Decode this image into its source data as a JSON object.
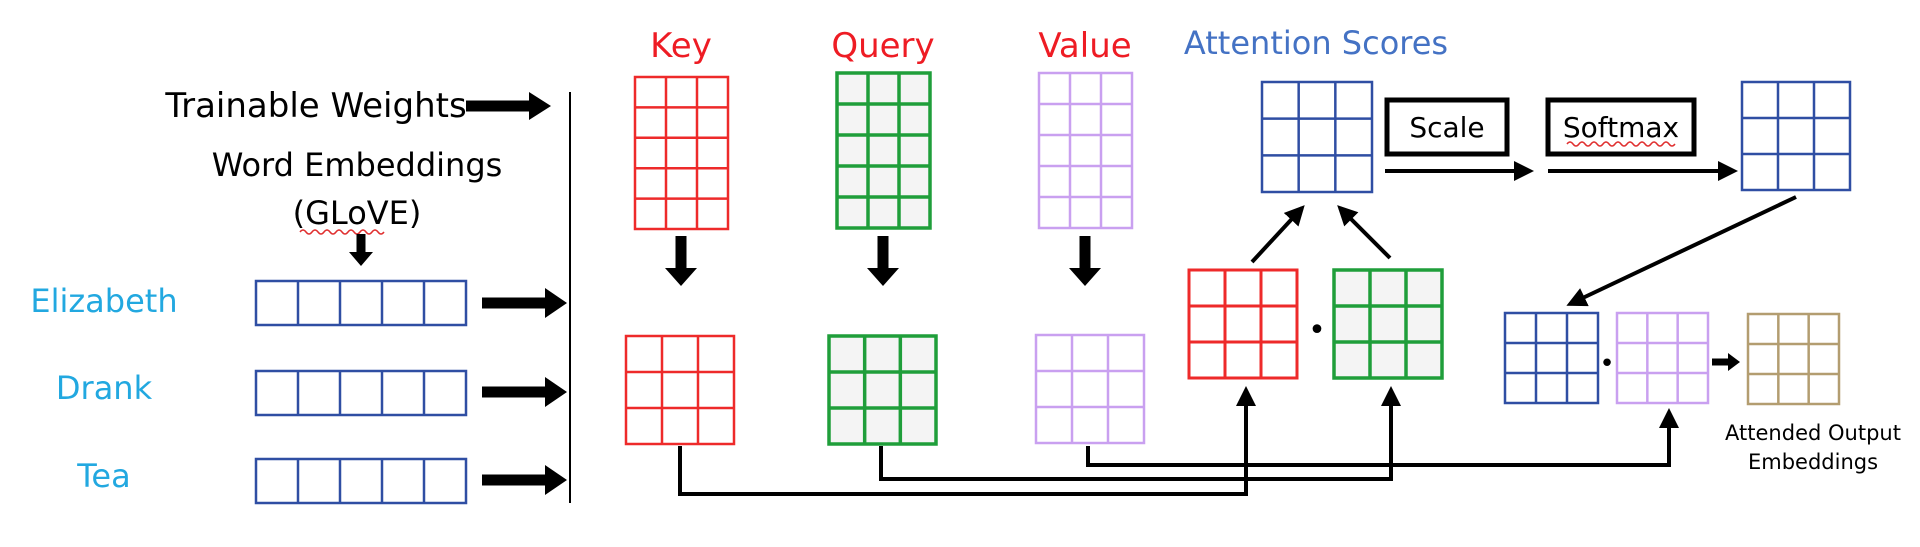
{
  "labels": {
    "trainable_weights": "Trainable Weights",
    "word_embeddings_line1": "Word Embeddings",
    "word_embeddings_line2": "(GLoVE)",
    "key": "Key",
    "query": "Query",
    "value": "Value",
    "attention_scores": "Attention Scores",
    "scale": "Scale",
    "softmax": "Softmax",
    "attended_line1": "Attended Output",
    "attended_line2": "Embeddings",
    "dot": "•"
  },
  "words": [
    "Elizabeth",
    "Drank",
    "Tea"
  ],
  "colors": {
    "key": "#ee2a2a",
    "query": "#1f9e3a",
    "value": "#c9a0f0",
    "embedding": "#2f4ea3",
    "output": "#b39d70",
    "words": "#22a8e0",
    "title_red": "#ee1c24",
    "attention_blue": "#4472c4",
    "arrow": "#000000"
  },
  "icons": [
    "arrow-right-icon",
    "arrow-down-icon",
    "dot-product-icon"
  ]
}
